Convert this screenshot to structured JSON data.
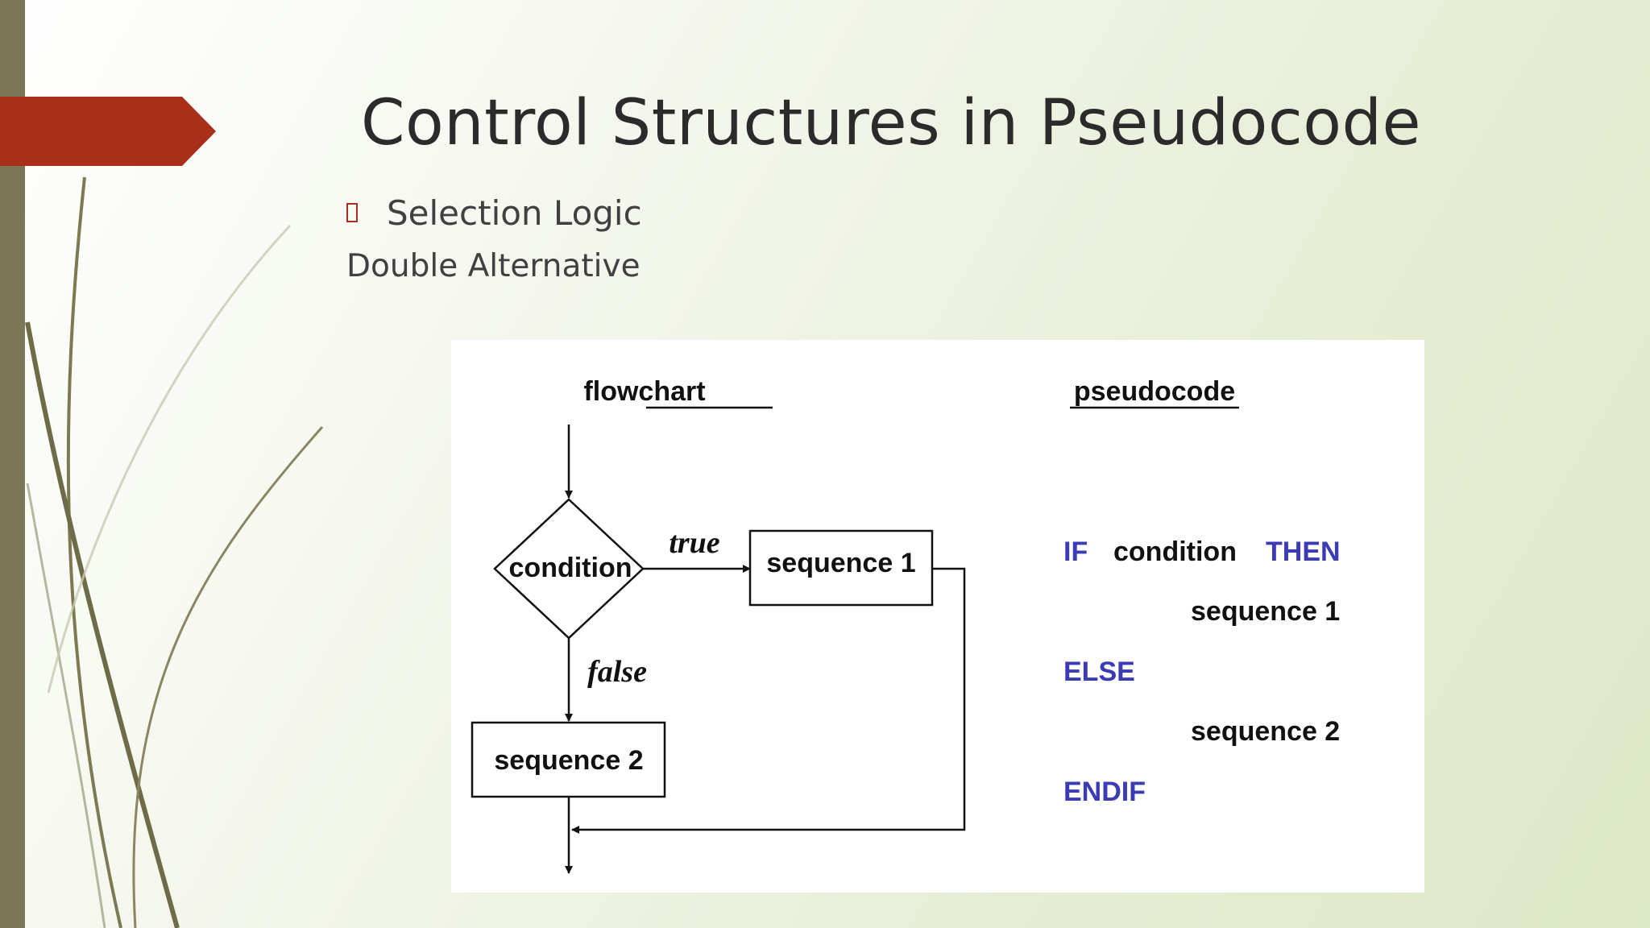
{
  "slide": {
    "title": "Control Structures in Pseudocode",
    "bullet": "Selection Logic",
    "subtext": "Double Alternative",
    "colors": {
      "accent_red": "#a8301a",
      "left_bar": "#7a7656",
      "keyword_blue": "#3b3bb5"
    }
  },
  "figure": {
    "flowchart_heading": "flowchart",
    "pseudocode_heading": "pseudocode",
    "flowchart": {
      "condition": "condition",
      "true_label": "true",
      "false_label": "false",
      "sequence1": "sequence 1",
      "sequence2": "sequence 2"
    },
    "pseudocode": {
      "if_kw": "IF",
      "condition": "condition",
      "then_kw": "THEN",
      "sequence1": "sequence 1",
      "else_kw": "ELSE",
      "sequence2": "sequence 2",
      "endif_kw": "ENDIF"
    }
  }
}
